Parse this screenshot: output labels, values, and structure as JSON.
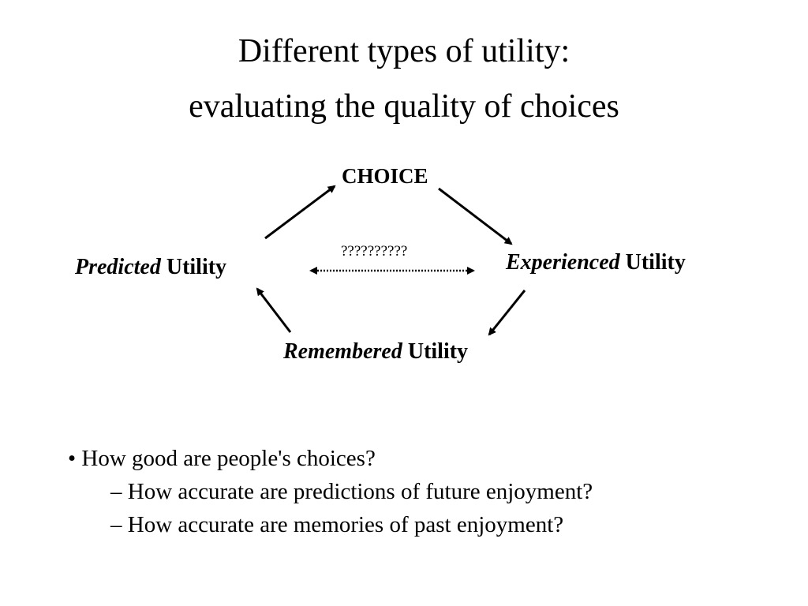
{
  "title": {
    "line1": "Different types of utility:",
    "line2": "evaluating the quality of choices"
  },
  "diagram": {
    "choice": "CHOICE",
    "predicted": {
      "emphasis": "Predicted",
      "rest": " Utility"
    },
    "experienced": {
      "emphasis": "Experienced",
      "rest": " Utility"
    },
    "remembered": {
      "emphasis": "Remembered",
      "rest": " Utility"
    },
    "link_label": "??????????"
  },
  "bullets": {
    "main": "• How good are people's choices?",
    "sub": [
      "– How accurate are predictions of future enjoyment?",
      "– How accurate are memories of past enjoyment?"
    ]
  }
}
